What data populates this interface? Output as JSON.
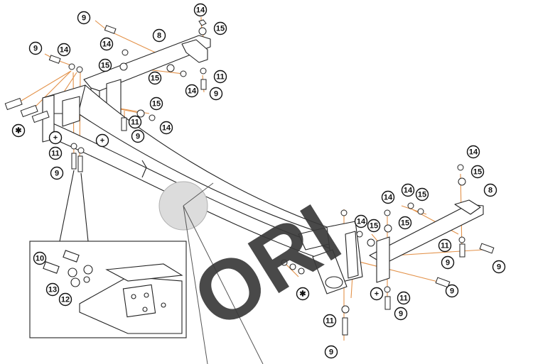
{
  "diagram": {
    "watermark": {
      "text": "ORI",
      "color": "#3a3a3a"
    },
    "colors": {
      "line": "#222222",
      "leader": "#e3924a",
      "fill": "#ffffff",
      "shade": "#eeeeee",
      "badge_fill": "#ffffff",
      "badge_stroke": "#111111"
    },
    "callouts": [
      {
        "id": "c1",
        "text": "9"
      },
      {
        "id": "c2",
        "text": "14"
      },
      {
        "id": "c3",
        "text": "15"
      },
      {
        "id": "c4",
        "text": "8"
      },
      {
        "id": "c5",
        "text": "9"
      },
      {
        "id": "c6",
        "text": "14"
      },
      {
        "id": "c7",
        "text": "14"
      },
      {
        "id": "c8",
        "text": "15"
      },
      {
        "id": "c9",
        "text": "15"
      },
      {
        "id": "c10",
        "text": "14"
      },
      {
        "id": "c11",
        "text": "11"
      },
      {
        "id": "c12",
        "text": "9"
      },
      {
        "id": "c13",
        "text": "15"
      },
      {
        "id": "c14",
        "text": "14"
      },
      {
        "id": "c15",
        "text": "11"
      },
      {
        "id": "c16",
        "text": "9"
      },
      {
        "id": "c17",
        "text": "✱"
      },
      {
        "id": "c18",
        "text": "+"
      },
      {
        "id": "c19",
        "text": "+"
      },
      {
        "id": "c20",
        "text": "11"
      },
      {
        "id": "c21",
        "text": "9"
      },
      {
        "id": "c22",
        "text": "10"
      },
      {
        "id": "c23",
        "text": "13"
      },
      {
        "id": "c24",
        "text": "12"
      },
      {
        "id": "c25",
        "text": "14"
      },
      {
        "id": "c26",
        "text": "15"
      },
      {
        "id": "c27",
        "text": "8"
      },
      {
        "id": "c28",
        "text": "14"
      },
      {
        "id": "c29",
        "text": "14"
      },
      {
        "id": "c30",
        "text": "15"
      },
      {
        "id": "c31",
        "text": "14"
      },
      {
        "id": "c32",
        "text": "15"
      },
      {
        "id": "c33",
        "text": "15"
      },
      {
        "id": "c34",
        "text": "11"
      },
      {
        "id": "c35",
        "text": "9"
      },
      {
        "id": "c36",
        "text": "9"
      },
      {
        "id": "c37",
        "text": "✱"
      },
      {
        "id": "c38",
        "text": "+"
      },
      {
        "id": "c39",
        "text": "11"
      },
      {
        "id": "c40",
        "text": "9"
      },
      {
        "id": "c41",
        "text": "11"
      },
      {
        "id": "c42",
        "text": "9"
      },
      {
        "id": "c43",
        "text": "9"
      }
    ]
  }
}
